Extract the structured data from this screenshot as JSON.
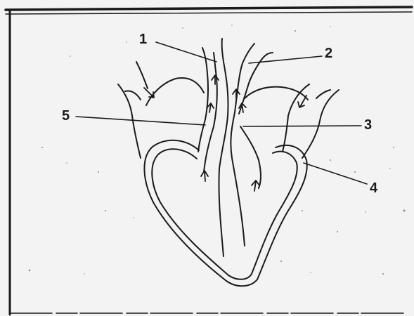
{
  "diagram": {
    "labels": [
      "1",
      "2",
      "3",
      "4",
      "5"
    ],
    "colors": {
      "ink": "#1a1a1a",
      "paper": "#f4f3f3",
      "speckle": "#8a8a8a"
    }
  }
}
